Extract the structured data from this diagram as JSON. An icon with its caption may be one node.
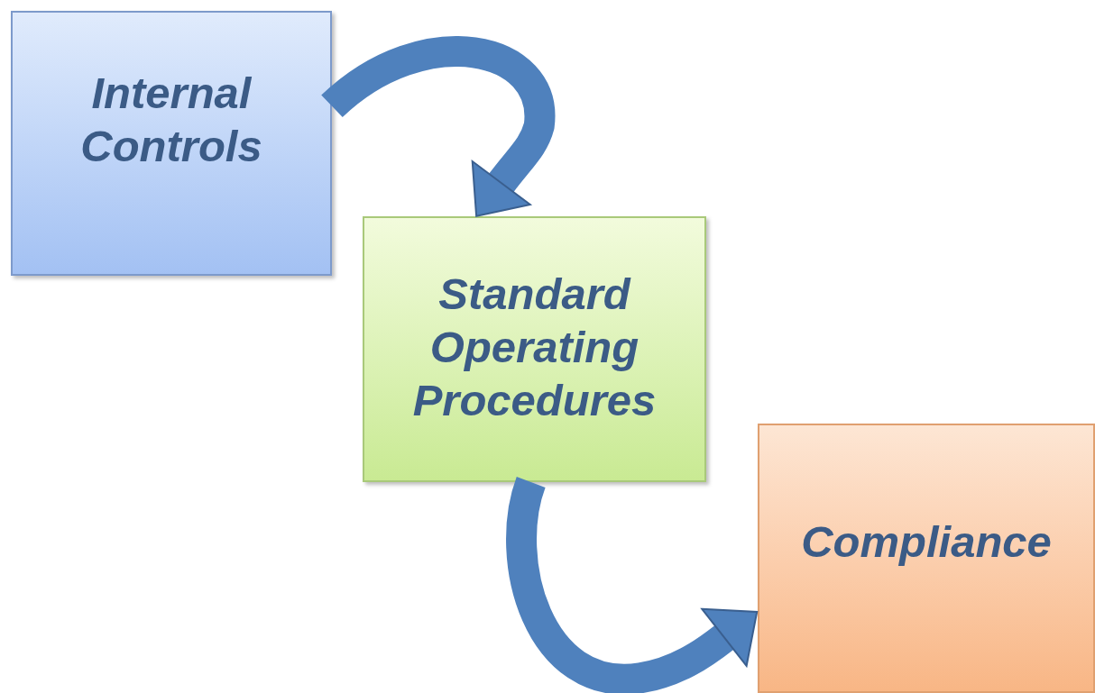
{
  "diagram": {
    "nodes": [
      {
        "text": [
          "Internal Controls"
        ]
      },
      {
        "text": [
          "Standard Operating Procedures"
        ]
      },
      {
        "text": [
          "Compliance"
        ]
      }
    ],
    "edges": [
      {
        "from": 0,
        "to": 1,
        "arrow": "to"
      },
      {
        "from": 1,
        "to": 2,
        "arrow": "to"
      }
    ]
  }
}
